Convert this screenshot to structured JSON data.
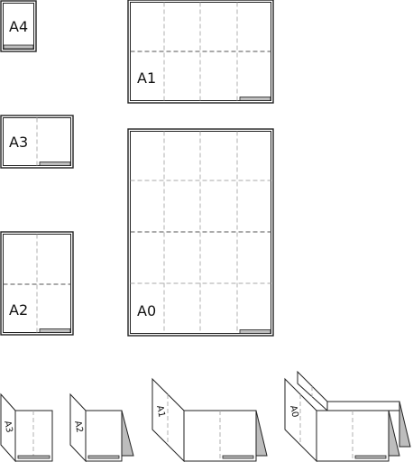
{
  "sheets": {
    "a4": {
      "label": "A4"
    },
    "a3": {
      "label": "A3"
    },
    "a2": {
      "label": "A2"
    },
    "a1": {
      "label": "A1"
    },
    "a0": {
      "label": "A0"
    }
  },
  "folded": {
    "a3": {
      "label": "A3"
    },
    "a2": {
      "label": "A2"
    },
    "a1": {
      "label": "A1"
    },
    "a0": {
      "label": "A0"
    }
  }
}
